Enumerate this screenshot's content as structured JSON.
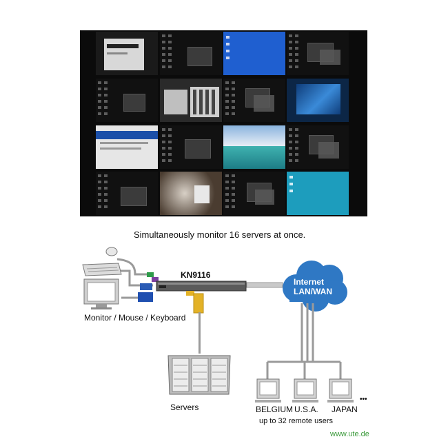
{
  "caption": "Simultaneously monitor 16 servers at once.",
  "diagram": {
    "switch_model": "KN9116",
    "cloud_line1": "Internet",
    "cloud_line2": "LAN/WAN",
    "console_label": "Monitor / Mouse / Keyboard",
    "servers_label": "Servers",
    "remote_users": [
      "BELGIUM",
      "U.S.A.",
      "JAPAN"
    ],
    "more_users": "•••",
    "remote_note": "up to 32 remote users"
  },
  "footer": {
    "site": "www.ute.de"
  },
  "colors": {
    "cloud": "#2f78c4",
    "footer": "#3a9a3a",
    "cable": "#9a9a9a",
    "connector": "#e3b227"
  }
}
